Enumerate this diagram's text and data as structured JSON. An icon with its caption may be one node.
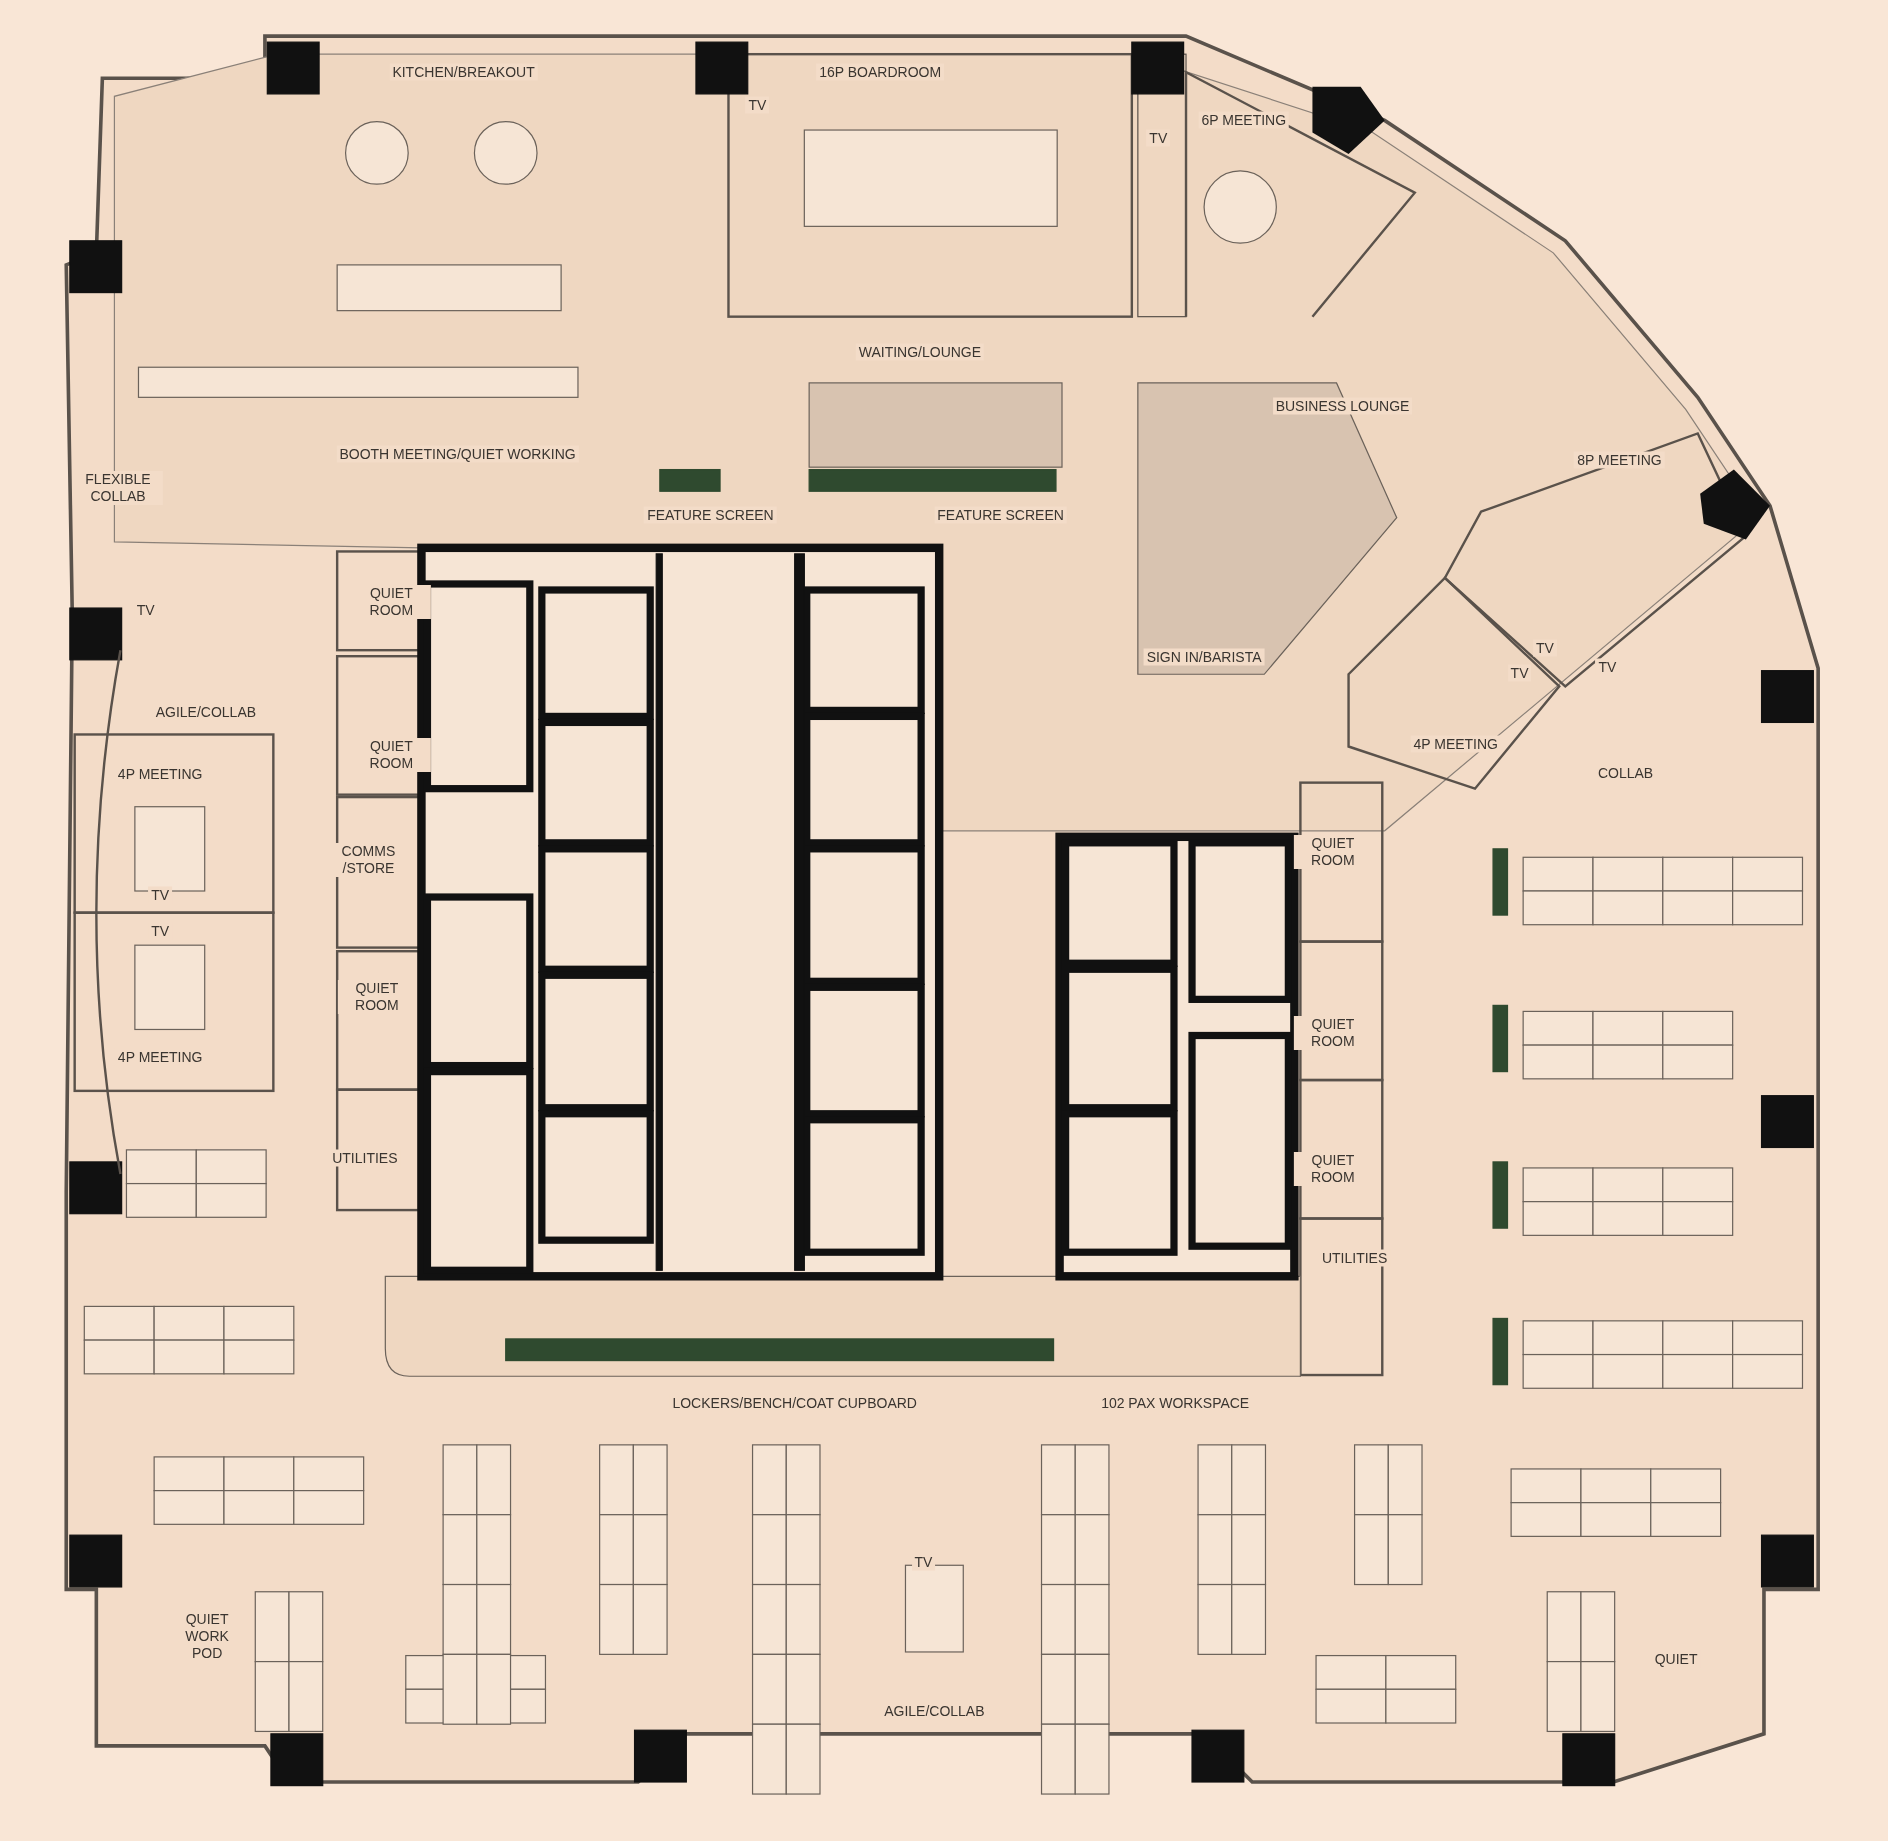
{
  "diagram": {
    "labels": [
      "KITCHEN/BREAKOUT",
      "16P BOARDROOM",
      "TV",
      "6P MEETING",
      "TV",
      "WAITING/LOUNGE",
      "BUSINESS LOUNGE",
      "BOOTH MEETING/QUIET WORKING",
      "8P MEETING",
      "FLEXIBLE COLLAB",
      "FEATURE SCREEN",
      "FEATURE SCREEN",
      "QUIET ROOM",
      "TV",
      "TV",
      "SIGN IN/BARISTA",
      "TV",
      "TV",
      "AGILE/COLLAB",
      "4P MEETING",
      "QUIET ROOM",
      "4P MEETING",
      "COLLAB",
      "COMMS /STORE",
      "QUIET ROOM",
      "TV",
      "TV",
      "QUIET ROOM",
      "QUIET ROOM",
      "4P MEETING",
      "UTILITIES",
      "QUIET ROOM",
      "UTILITIES",
      "LOCKERS/BENCH/COAT CUPBOARD",
      "102 PAX WORKSPACE",
      "TV",
      "QUIET WORK POD",
      "QUIET",
      "AGILE/COLLAB"
    ]
  }
}
